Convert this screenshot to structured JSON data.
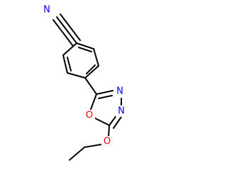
{
  "molecule": {
    "atoms": {
      "nitrile_n": {
        "symbol": "N",
        "color": "#0000ff"
      },
      "ring_n1": {
        "symbol": "N",
        "color": "#0000ff"
      },
      "ring_n2": {
        "symbol": "N",
        "color": "#0000ff"
      },
      "ring_o": {
        "symbol": "O",
        "color": "#ff0000"
      },
      "ether_o": {
        "symbol": "O",
        "color": "#ff0000"
      }
    },
    "bond_color": "#000000"
  }
}
